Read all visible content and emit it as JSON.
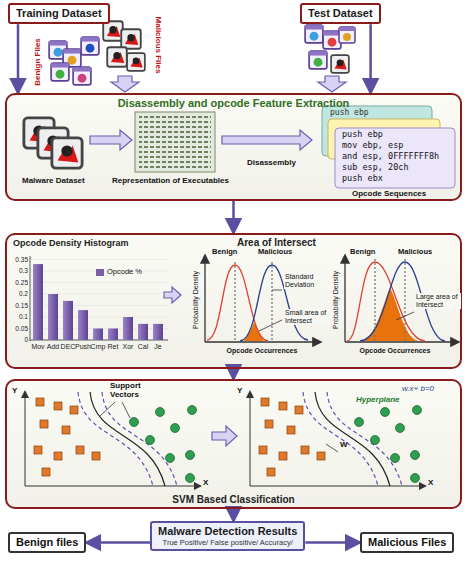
{
  "diagram": {
    "nodes": [
      {
        "text": [
          "Training Dataset"
        ]
      },
      {
        "text": [
          "Test Dataset"
        ]
      },
      {
        "text": [
          "Disassembly and opcode Feature Extraction"
        ]
      },
      {
        "text": [
          "Opcode Density Histogram",
          "Area of Intersect"
        ]
      },
      {
        "text": [
          "SVM Based Classification"
        ]
      },
      {
        "text": [
          "Malware Detection Results",
          "True Positive/ False positive/ Accuracy/"
        ]
      },
      {
        "text": [
          "Benign files"
        ]
      },
      {
        "text": [
          "Malicious Files"
        ]
      }
    ],
    "edges": [
      {
        "from": 0,
        "to": 2,
        "arrow": "to"
      },
      {
        "from": 1,
        "to": 2,
        "arrow": "to"
      },
      {
        "from": 2,
        "to": 3,
        "arrow": "to"
      },
      {
        "from": 3,
        "to": 4,
        "arrow": "to"
      },
      {
        "from": 4,
        "to": 5,
        "arrow": "to"
      },
      {
        "from": 5,
        "to": 6,
        "arrow": "to"
      },
      {
        "from": 5,
        "to": 7,
        "arrow": "to"
      }
    ],
    "labels": [
      "Benign Files",
      "Malicious Files",
      "Malware Dataset",
      "Representation of Executables",
      "Disassembly",
      "Opcode Sequences",
      "push ebp",
      "mov ebp, esp",
      "and esp, 0FFFFFFF8h",
      "sub esp, 20ch",
      "push ebx",
      "0.35",
      "0.3",
      "0.25",
      "0.2",
      "0.15",
      "0.1",
      "0.05",
      "0",
      "Mov",
      "Add",
      "DEC",
      "Push",
      "Cmp",
      "Ret",
      "Xor",
      "Cal",
      "Je",
      "Benign",
      "Malicious",
      "Probability Density",
      "Standard Deviation",
      "Small area of Intersect",
      "Opcode Occurrences",
      "Benign",
      "Malicious",
      "Probability Density",
      "Large area of Intersect",
      "Opcode Occurrences",
      "Support Vectors",
      "Y",
      "X",
      "Y",
      "X",
      "Hyperplane",
      "w.x+ b=0",
      "W",
      "push ebp"
    ],
    "legend": [
      {
        "text": "Opcode %",
        "color": "#7b5ea7"
      }
    ]
  }
}
